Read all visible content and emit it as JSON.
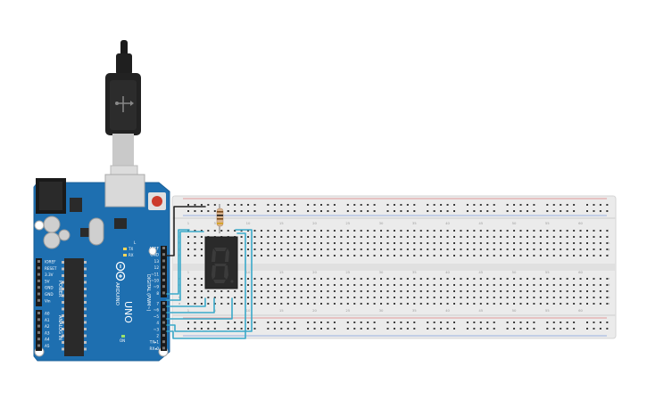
{
  "workspace": {
    "background": "#ffffff"
  },
  "arduino": {
    "board_color": "#1e6fb0",
    "model_label": "UNO",
    "brand_label": "ARDUINO",
    "power_header_title": "POWER",
    "power_pins": [
      "IOREF",
      "RESET",
      "3.3V",
      "5V",
      "GND",
      "GND",
      "Vin"
    ],
    "analog_header_title": "ANALOG IN",
    "analog_pins": [
      "A0",
      "A1",
      "A2",
      "A3",
      "A4",
      "A5"
    ],
    "digital_header_title": "DIGITAL (PWM~)",
    "digital_pins_top": [
      "AREF",
      "GND",
      "13",
      "12",
      "~11",
      "~10",
      "~9",
      "8"
    ],
    "digital_pins_bottom": [
      "7",
      "~6",
      "~5",
      "4",
      "~3",
      "2",
      "TX▸1",
      "RX◂0"
    ],
    "tx_label": "TX",
    "rx_label": "RX",
    "l_label": "L",
    "on_label": "ON",
    "icon": "usb-plug-icon"
  },
  "seven_segment": {
    "displayed_digit": "8",
    "segment_color_off": "#3b3b3b",
    "body_color": "#2a2a2a"
  },
  "breadboard": {
    "body_color": "#ebebeb",
    "rail_line_red": "#d94a4a",
    "rail_line_blue": "#4a78d9",
    "column_numbers": [
      "1",
      "5",
      "10",
      "15",
      "20",
      "25",
      "30",
      "35",
      "40",
      "45",
      "50",
      "55",
      "60"
    ],
    "row_letters_top": [
      "j",
      "i",
      "h",
      "g",
      "f"
    ],
    "row_letters_bottom": [
      "e",
      "d",
      "c",
      "b",
      "a"
    ]
  },
  "resistor": {
    "body_color": "#d9b38c"
  },
  "wires": {
    "color_signal": "#3aa9c9",
    "color_ground": "#222222"
  }
}
